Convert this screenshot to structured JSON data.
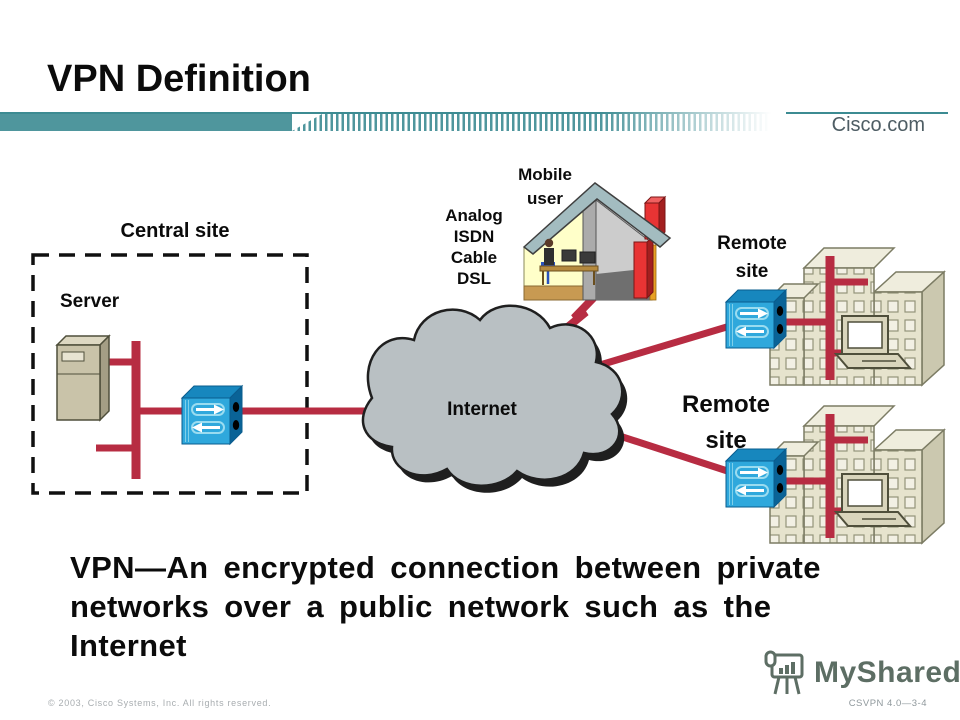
{
  "slide": {
    "title": "VPN Definition",
    "brand": "Cisco.com",
    "statement_lines": [
      "VPN—An encrypted connection between private",
      "networks over a public network such as the",
      "Internet"
    ],
    "footer_left": "© 2003, Cisco Systems, Inc. All rights reserved.",
    "footer_right": "CSVPN 4.0—3-4",
    "watermark": "MyShared"
  },
  "diagram": {
    "central_site": {
      "label": "Central site",
      "server_label": "Server"
    },
    "internet_cloud": {
      "label": "Internet"
    },
    "mobile_user": {
      "line1": "Mobile",
      "line2": "user",
      "access_methods": [
        "Analog",
        "ISDN",
        "Cable",
        "DSL"
      ]
    },
    "remote_site_top": {
      "line1": "Remote",
      "line2": "site"
    },
    "remote_site_bottom": {
      "line1": "Remote",
      "line2": "site"
    },
    "icons": [
      "vpn-router-icon",
      "server-icon",
      "internet-cloud-icon",
      "home-office-icon",
      "office-buildings-icon",
      "workstation-icon",
      "flipchart-icon"
    ],
    "colors": {
      "accent_teal": "#4f969d",
      "link_red": "#b72c42",
      "cloud_gray": "#b9c0c3",
      "router_blue": "#2fa8dc",
      "router_side_blue": "#0a6397",
      "building_beige": "#e6e3cd",
      "server_beige": "#c9c3a9",
      "roof_teal": "#a3bcc0",
      "house_interior_yellow": "#ffffc9",
      "chimney_red": "#e83434"
    }
  }
}
